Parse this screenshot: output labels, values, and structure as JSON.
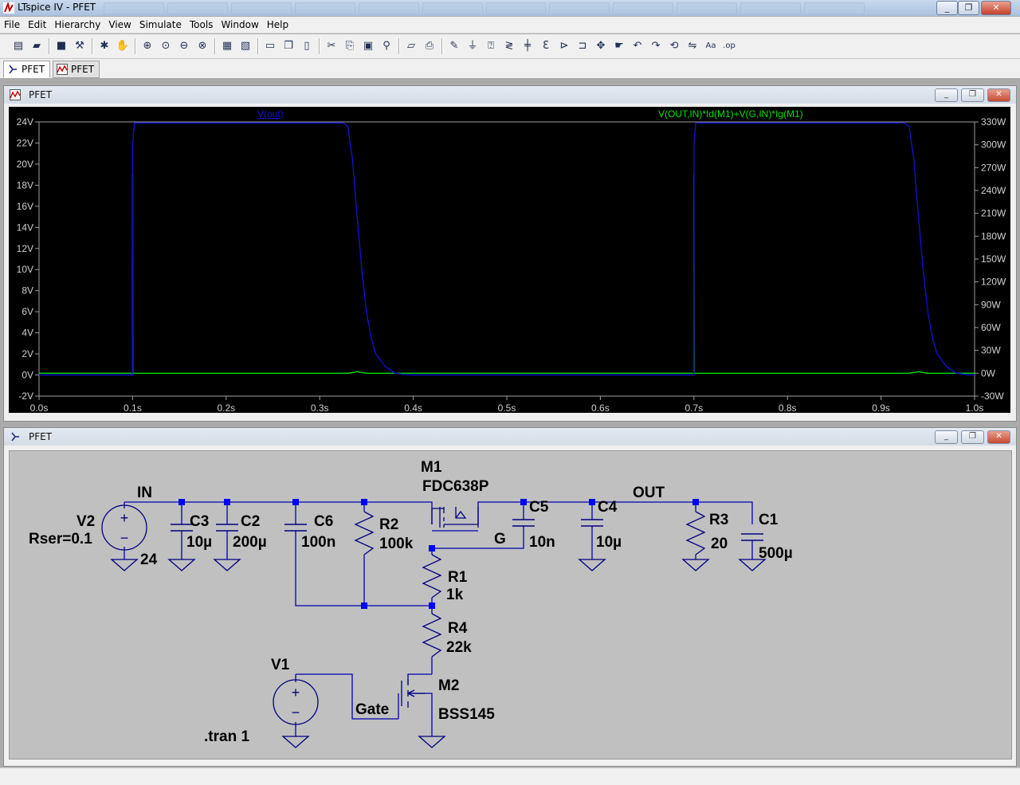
{
  "window": {
    "title": "LTspice IV - PFET"
  },
  "menu": [
    "File",
    "Edit",
    "Hierarchy",
    "View",
    "Simulate",
    "Tools",
    "Window",
    "Help"
  ],
  "toolbar": [
    {
      "name": "new-schematic-icon",
      "glyph": "▤"
    },
    {
      "name": "open-icon",
      "glyph": "▰"
    },
    {
      "name": "save-icon",
      "glyph": "■"
    },
    {
      "name": "control-panel-icon",
      "glyph": "⚒"
    },
    {
      "name": "run-icon",
      "glyph": "✱"
    },
    {
      "name": "halt-icon",
      "glyph": "✋"
    },
    {
      "name": "zoom-in-icon",
      "glyph": "⊕"
    },
    {
      "name": "pan-icon",
      "glyph": "⊙"
    },
    {
      "name": "zoom-out-icon",
      "glyph": "⊖"
    },
    {
      "name": "zoom-fit-icon",
      "glyph": "⊗"
    },
    {
      "name": "autoscale-icon",
      "glyph": "▦"
    },
    {
      "name": "grid-icon",
      "glyph": "▧"
    },
    {
      "name": "tile-horizontal-icon",
      "glyph": "▭"
    },
    {
      "name": "cascade-icon",
      "glyph": "❐"
    },
    {
      "name": "tile-vertical-icon",
      "glyph": "▯"
    },
    {
      "name": "cut-icon",
      "glyph": "✂"
    },
    {
      "name": "copy-icon",
      "glyph": "⎘"
    },
    {
      "name": "paste-icon",
      "glyph": "▣"
    },
    {
      "name": "find-icon",
      "glyph": "⚲"
    },
    {
      "name": "print-setup-icon",
      "glyph": "▱"
    },
    {
      "name": "print-icon",
      "glyph": "⎙"
    },
    {
      "name": "wire-icon",
      "glyph": "✎"
    },
    {
      "name": "ground-icon",
      "glyph": "⏚"
    },
    {
      "name": "label-net-icon",
      "glyph": "⍰"
    },
    {
      "name": "resistor-icon",
      "glyph": "≷"
    },
    {
      "name": "capacitor-icon",
      "glyph": "╪"
    },
    {
      "name": "inductor-icon",
      "glyph": "Ɛ"
    },
    {
      "name": "diode-icon",
      "glyph": "⊳"
    },
    {
      "name": "component-icon",
      "glyph": "⊐"
    },
    {
      "name": "move-icon",
      "glyph": "✥"
    },
    {
      "name": "drag-icon",
      "glyph": "☛"
    },
    {
      "name": "undo-icon",
      "glyph": "↶"
    },
    {
      "name": "redo-icon",
      "glyph": "↷"
    },
    {
      "name": "rotate-icon",
      "glyph": "⟲"
    },
    {
      "name": "mirror-icon",
      "glyph": "⇋"
    },
    {
      "name": "text-icon",
      "glyph": "Aa"
    },
    {
      "name": "spice-directive-icon",
      "glyph": ".op"
    }
  ],
  "tabs": [
    {
      "label": "PFET",
      "kind": "schematic",
      "active": true
    },
    {
      "label": "PFET",
      "kind": "waveform",
      "active": false
    }
  ],
  "waveform_window": {
    "title": "PFET",
    "traces": [
      {
        "label": "V(out)",
        "color": "#1010d0"
      },
      {
        "label": "V(OUT,IN)*Id(M1)+V(G,IN)*Ig(M1)",
        "color": "#00e000"
      }
    ],
    "colors": {
      "background": "#000000",
      "axis": "#a0a0a0",
      "blue": "#1010d0",
      "green": "#00e000"
    }
  },
  "chart_data": {
    "type": "line",
    "xlabel": "",
    "x_ticks": [
      "0.0s",
      "0.1s",
      "0.2s",
      "0.3s",
      "0.4s",
      "0.5s",
      "0.6s",
      "0.7s",
      "0.8s",
      "0.9s",
      "1.0s"
    ],
    "xlim": [
      0,
      1.0
    ],
    "ylim_left": [
      -2,
      24
    ],
    "y_ticks_left": [
      "24V",
      "22V",
      "20V",
      "18V",
      "16V",
      "14V",
      "12V",
      "10V",
      "8V",
      "6V",
      "4V",
      "2V",
      "0V",
      "-2V"
    ],
    "ylim_right": [
      -30,
      330
    ],
    "y_ticks_right": [
      "330W",
      "300W",
      "270W",
      "240W",
      "210W",
      "180W",
      "150W",
      "120W",
      "90W",
      "60W",
      "30W",
      "0W",
      "-30W"
    ],
    "series": [
      {
        "name": "V(out)",
        "axis": "left",
        "x": [
          0,
          0.0999,
          0.1001,
          0.102,
          0.325,
          0.33,
          0.335,
          0.34,
          0.345,
          0.35,
          0.355,
          0.36,
          0.37,
          0.38,
          0.39,
          0.4,
          0.6999,
          0.7001,
          0.702,
          0.925,
          0.93,
          0.935,
          0.94,
          0.945,
          0.95,
          0.955,
          0.96,
          0.97,
          0.98,
          0.99,
          1.0
        ],
        "y": [
          0,
          0,
          22,
          23.9,
          23.9,
          23.6,
          20.5,
          15,
          10,
          6,
          3.5,
          2,
          0.8,
          0.2,
          0.05,
          0,
          0,
          22,
          23.9,
          23.9,
          23.6,
          20.5,
          15,
          10,
          6,
          3.5,
          2,
          0.8,
          0.2,
          0.05,
          0
        ]
      },
      {
        "name": "V(OUT,IN)*Id(M1)+V(G,IN)*Ig(M1)",
        "axis": "right",
        "x": [
          0,
          0.0998,
          0.1,
          0.1002,
          0.33,
          0.338,
          0.34,
          0.342,
          0.35,
          0.6998,
          0.7,
          0.7002,
          0.93,
          0.938,
          0.94,
          0.942,
          0.95,
          1.0
        ],
        "y": [
          0,
          0,
          262,
          0,
          0,
          1.5,
          2.2,
          1.5,
          0,
          0,
          262,
          0,
          0,
          1.5,
          2.2,
          1.5,
          0,
          0
        ]
      }
    ]
  },
  "schematic_window": {
    "title": "PFET",
    "labels": {
      "net_in": "IN",
      "net_out": "OUT",
      "net_g": "G",
      "v2_name": "V2",
      "v2_rser": "Rser=0.1",
      "v2_value": "24",
      "c3_name": "C3",
      "c3_value": "10µ",
      "c2_name": "C2",
      "c2_value": "200µ",
      "c6_name": "C6",
      "c6_value": "100n",
      "r2_name": "R2",
      "r2_value": "100k",
      "m1_name": "M1",
      "m1_model": "FDC638P",
      "c5_name": "C5",
      "c5_value": "10n",
      "c4_name": "C4",
      "c4_value": "10µ",
      "r3_name": "R3",
      "r3_value": "20",
      "c1_name": "C1",
      "c1_value": "500µ",
      "r1_name": "R1",
      "r1_value": "1k",
      "r4_name": "R4",
      "r4_value": "22k",
      "v1_name": "V1",
      "net_gate": "Gate",
      "m2_name": "M2",
      "m2_model": "BSS145",
      "directive": ".tran 1"
    },
    "colors": {
      "background": "#c0c0c0",
      "wire": "#0000b0",
      "symbol": "#000080",
      "junction": "#0000ff",
      "text": "#000000"
    }
  }
}
